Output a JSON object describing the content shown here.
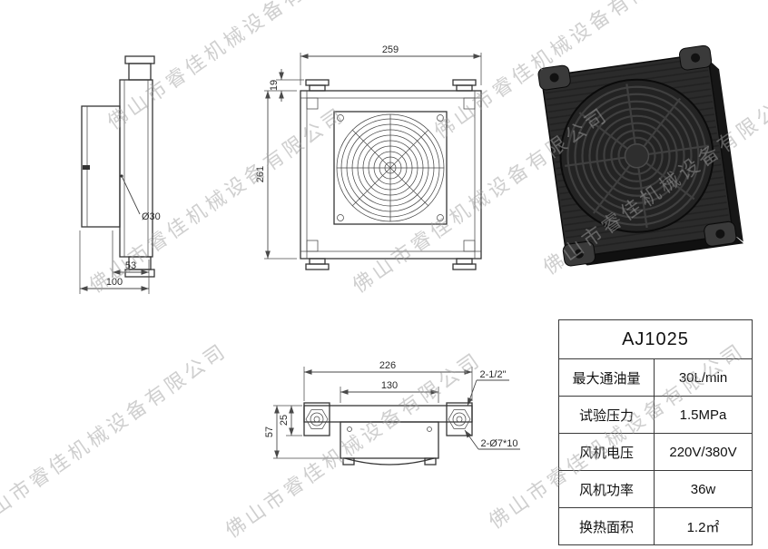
{
  "watermark": "佛山市睿佳机械设备有限公司",
  "drawings": {
    "front": {
      "dim_width": "259",
      "dim_tab": "19",
      "dim_height": "261"
    },
    "side": {
      "dim_core": "53",
      "dim_total": "100",
      "port": "Ø30"
    },
    "bottom": {
      "dim_width": "226",
      "dim_inner": "130",
      "dim_height": "57",
      "dim_bar": "25",
      "port_label": "2-1/2\"",
      "holes_label": "2-Ø7*10"
    }
  },
  "spec_table": {
    "model": "AJ1025",
    "rows": [
      {
        "label": "最大通油量",
        "value": "30L/min"
      },
      {
        "label": "试验压力",
        "value": "1.5MPa"
      },
      {
        "label": "风机电压",
        "value": "220V/380V"
      },
      {
        "label": "风机功率",
        "value": "36w"
      },
      {
        "label": "换热面积",
        "value": "1.2㎡"
      }
    ]
  },
  "colors": {
    "line": "#353535",
    "render_body": "#2b2b2b",
    "watermark_gray": "#a0a0a0"
  }
}
